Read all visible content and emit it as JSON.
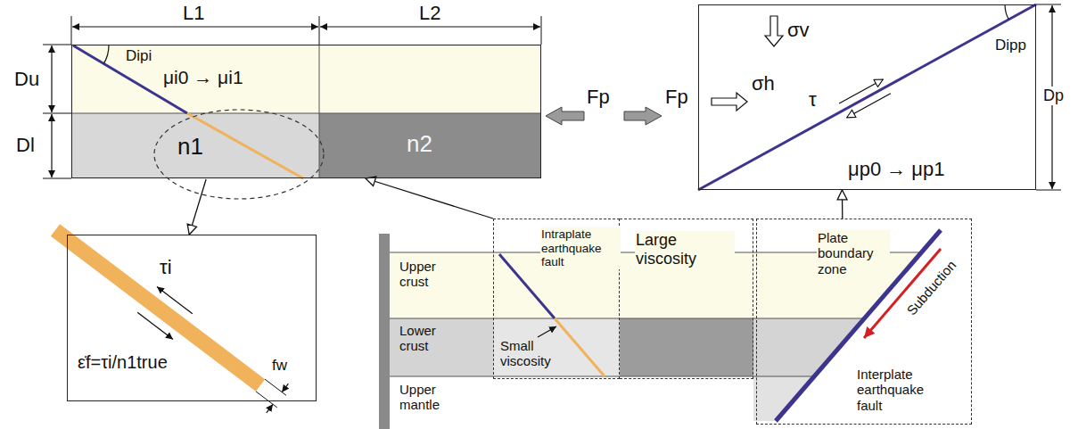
{
  "diagram": {
    "nodes": [
      {
        "text": [
          "Dipi",
          "μi0 → μi1"
        ]
      },
      {
        "text": [
          "n1"
        ],
        "in": 0
      },
      {
        "text": [
          "n2"
        ],
        "in": 0
      },
      {
        "text": [
          "σv",
          "σh",
          "τ",
          "Dipp",
          "μp0 → μp1"
        ]
      },
      {
        "text": [
          "τi",
          "ε̇f=τi/n1true"
        ]
      },
      {
        "text": [
          "Intraplate earthquake fault",
          "Small viscosity"
        ]
      },
      {
        "text": [
          "Large viscosity"
        ]
      },
      {
        "text": [
          "Plate boundary zone",
          "Subduction",
          "Interplate earthquake fault"
        ]
      }
    ],
    "edges": [
      {
        "from": 1,
        "to": 4,
        "arrow": "to"
      },
      {
        "from": 5,
        "to": 0,
        "arrow": "to"
      },
      {
        "from": 7,
        "to": 3,
        "arrow": "to"
      }
    ],
    "labels": [
      "L1",
      "L2",
      "Du",
      "Dl",
      "Fp",
      "Fp",
      "Dp",
      "fw",
      "Upper crust",
      "Lower crust",
      "Upper mantle"
    ]
  }
}
